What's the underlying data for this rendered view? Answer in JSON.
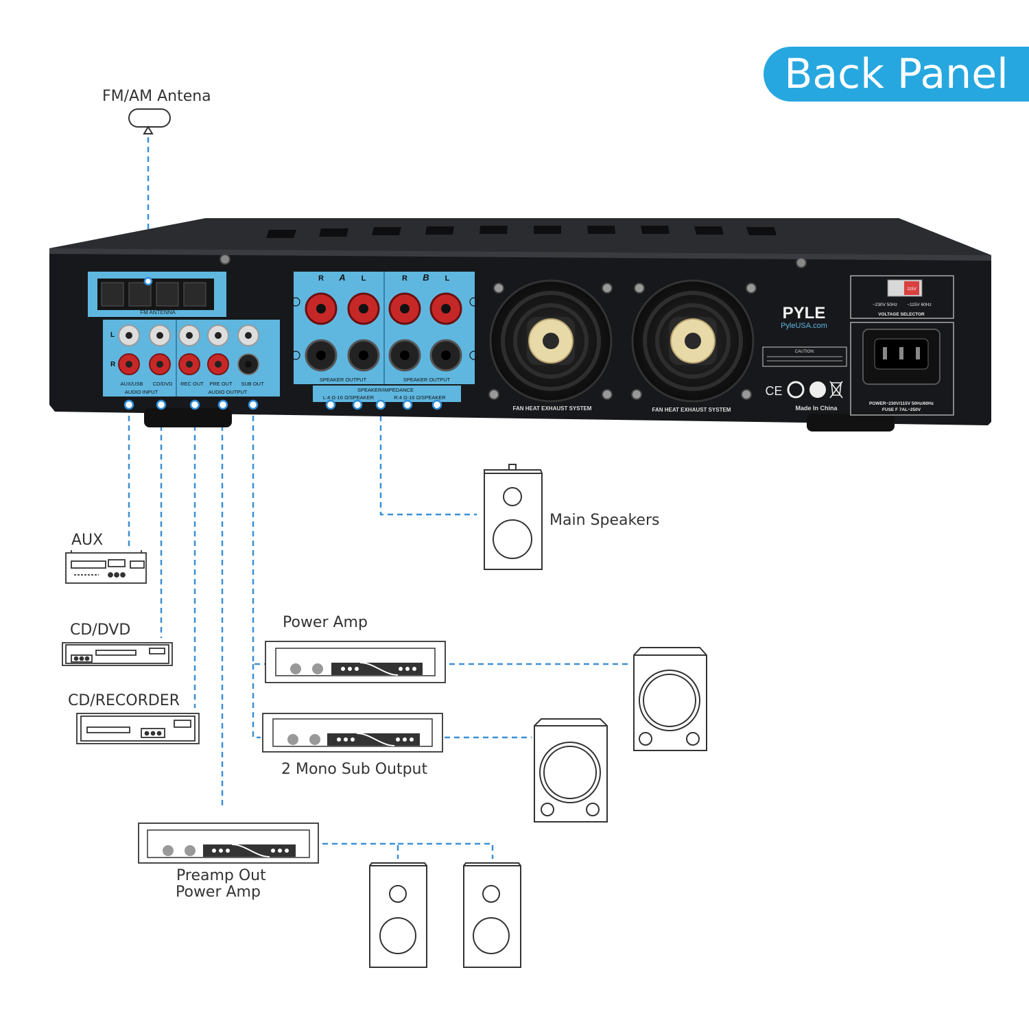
{
  "header": {
    "title": "Back Panel"
  },
  "labels": {
    "antenna": "FM/AM Antena",
    "main_speakers": "Main Speakers",
    "aux": "AUX",
    "cd_dvd": "CD/DVD",
    "cd_recorder": "CD/RECORDER",
    "power_amp": "Power Amp",
    "mono_sub": "2 Mono Sub Output",
    "preamp_line1": "Preamp Out",
    "preamp_line2": "Power Amp"
  },
  "panel": {
    "brand": "PYLE",
    "website": "PyleUSA.com",
    "made_in": "Made In China",
    "fan_label": "FAN HEAT EXHAUST SYSTEM",
    "speaker_output_label": "SPEAKER OUTPUT",
    "speaker_impedance_label": "SPEAKER/IMPEDANCE",
    "impedance_left": "L:4 Ω-16 Ω/SPEAKER",
    "impedance_right": "R:4 Ω-16 Ω/SPEAKER",
    "zone_a": {
      "r": "R",
      "zone": "A",
      "l": "L"
    },
    "zone_b": {
      "r": "R",
      "zone": "B",
      "l": "L"
    },
    "antenna_label": "FM ANTENNA",
    "input_labels": [
      "AUX/USB",
      "CD/DVD"
    ],
    "output_labels": [
      "REC OUT",
      "PRE OUT",
      "SUB OUT"
    ],
    "audio_input": "AUDIO INPUT",
    "audio_output": "AUDIO OUTPUT",
    "row_l": "L",
    "row_r": "R",
    "caution": "CAUTION:",
    "voltage_230": "~230V 50Hz",
    "voltage_115": "~115V 60Hz",
    "voltage_selector": "VOLTAGE SELECTOR",
    "switch_value": "115V",
    "power_rating": "POWER~230V/115V 50Hz/60Hz",
    "fuse_rating": "FUSE F 7AL~250V",
    "ce_mark": "CE"
  },
  "colors": {
    "accent": "#27a7df",
    "panel_blue": "#5fb7e0",
    "chassis": "#1b1b1d",
    "line": "#3b8fd6"
  }
}
